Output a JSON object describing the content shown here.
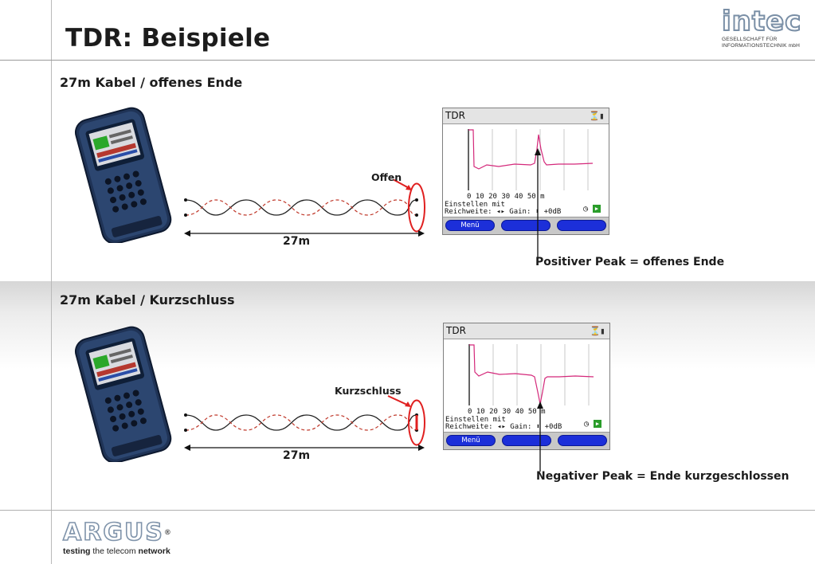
{
  "slide": {
    "title": "TDR: Beispiele"
  },
  "logo_intec": {
    "word": "intec",
    "sub_line1": "GESELLSCHAFT FÜR",
    "sub_line2": "INFORMATIONSTECHNIK mbH"
  },
  "section_open": {
    "title": "27m Kabel / offenes Ende",
    "end_label": "Offen",
    "length_label": "27m",
    "peak_label": "Positiver Peak = offenes Ende",
    "screen": {
      "title": "TDR",
      "axis_ticks": "0   10   20   30   40   50 m",
      "line1": "Einstellen mit",
      "line2": "Reichweite: ◂▸ Gain:  ⬍  +0dB",
      "softkey1": "Menü",
      "softkey2": "",
      "softkey3": ""
    }
  },
  "section_short": {
    "title": "27m Kabel / Kurzschluss",
    "end_label": "Kurzschluss",
    "length_label": "27m",
    "peak_label": "Negativer Peak = Ende kurzgeschlossen",
    "screen": {
      "title": "TDR",
      "axis_ticks": "0   10   20   30   40   50 m",
      "line1": "Einstellen mit",
      "line2": "Reichweite: ◂▸ Gain:  ⬍  +0dB",
      "softkey1": "Menü",
      "softkey2": "",
      "softkey3": ""
    }
  },
  "logo_argus": {
    "word": "ARGUS",
    "reg": "®",
    "tagline_pre": "testing",
    "tagline_mid": " the telecom ",
    "tagline_post": "network"
  },
  "colors": {
    "trace": "#d4287a",
    "softkey": "#1c2fd9",
    "marker": "#e02020",
    "logo_outline": "#7a8fa6"
  }
}
